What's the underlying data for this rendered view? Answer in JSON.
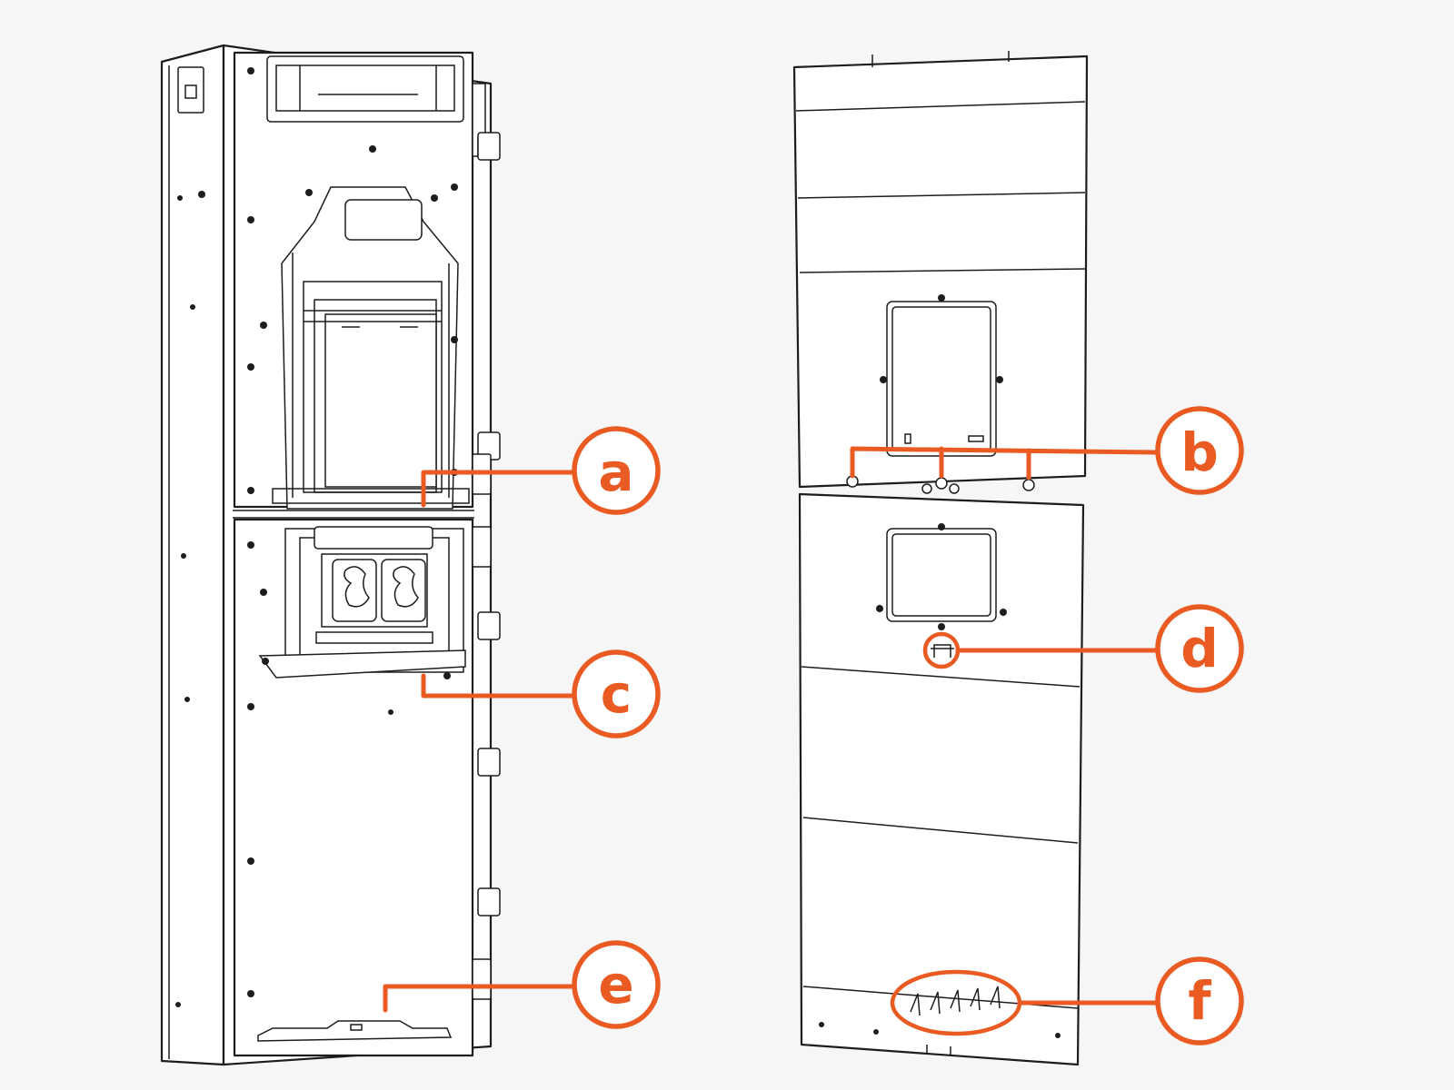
{
  "colors": {
    "background": "#f6f6f6",
    "accent": "#ea5b23",
    "line": "#1d1d1d",
    "panel": "#ffffff"
  },
  "callouts": [
    {
      "id": "a",
      "label": "a",
      "target": "left-unit-upper-lower-junction"
    },
    {
      "id": "b",
      "label": "b",
      "target": "right-cover-seam-fasteners"
    },
    {
      "id": "c",
      "label": "c",
      "target": "left-unit-lower-panel-handle"
    },
    {
      "id": "d",
      "label": "d",
      "target": "right-cover-lock-latch"
    },
    {
      "id": "e",
      "label": "e",
      "target": "left-unit-bottom-bracket"
    },
    {
      "id": "f",
      "label": "f",
      "target": "right-cover-bottom-vent-clips"
    }
  ]
}
